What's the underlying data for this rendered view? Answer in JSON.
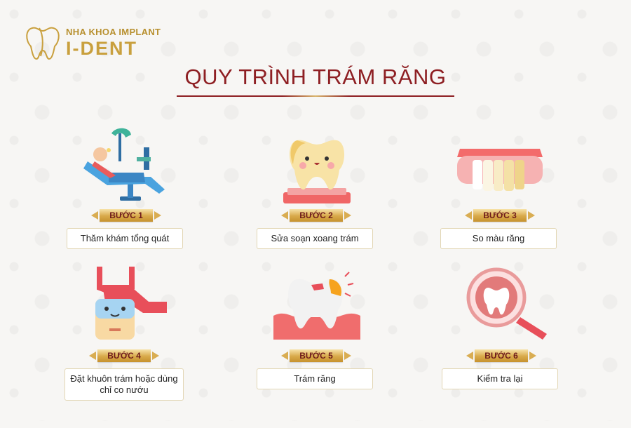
{
  "brand": {
    "line1": "NHA KHOA IMPLANT",
    "line2": "I-DENT"
  },
  "title": "QUY TRÌNH TRÁM RĂNG",
  "colors": {
    "title": "#8e1f23",
    "gold": "#c9a03e",
    "accent_red": "#ef5a5a",
    "accent_pink": "#f6a3a3"
  },
  "steps": [
    {
      "badge": "BƯỚC 1",
      "label": "Thăm khám tổng quát",
      "icon": "dental-chair-icon"
    },
    {
      "badge": "BƯỚC 2",
      "label": "Sửa soạn xoang trám",
      "icon": "tooth-face-icon"
    },
    {
      "badge": "BƯỚC 3",
      "label": "So màu răng",
      "icon": "teeth-shade-icon"
    },
    {
      "badge": "BƯỚC 4",
      "label": "Đặt khuôn trám hoặc dùng chỉ co nướu",
      "icon": "rubber-dam-icon"
    },
    {
      "badge": "BƯỚC 5",
      "label": "Trám răng",
      "icon": "filled-tooth-icon"
    },
    {
      "badge": "BƯỚC 6",
      "label": "Kiểm tra lại",
      "icon": "magnifier-tooth-icon"
    }
  ]
}
